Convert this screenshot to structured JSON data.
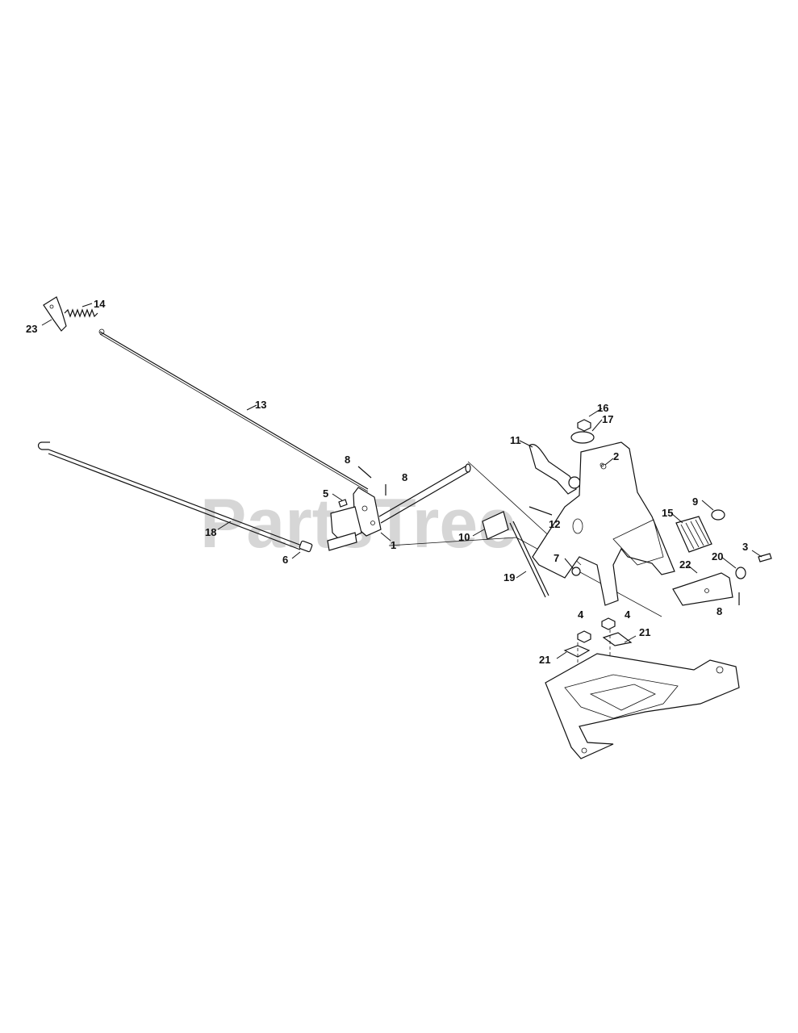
{
  "watermark": "PartsTree",
  "callouts": {
    "c1": "1",
    "c2": "2",
    "c3": "3",
    "c4a": "4",
    "c4b": "4",
    "c5": "5",
    "c6": "6",
    "c7": "7",
    "c8a": "8",
    "c8b": "8",
    "c8c": "8",
    "c9": "9",
    "c10": "10",
    "c11": "11",
    "c12": "12",
    "c13": "13",
    "c14": "14",
    "c15": "15",
    "c16": "16",
    "c17": "17",
    "c18": "18",
    "c19": "19",
    "c20": "20",
    "c21a": "21",
    "c21b": "21",
    "c22": "22",
    "c23": "23"
  }
}
